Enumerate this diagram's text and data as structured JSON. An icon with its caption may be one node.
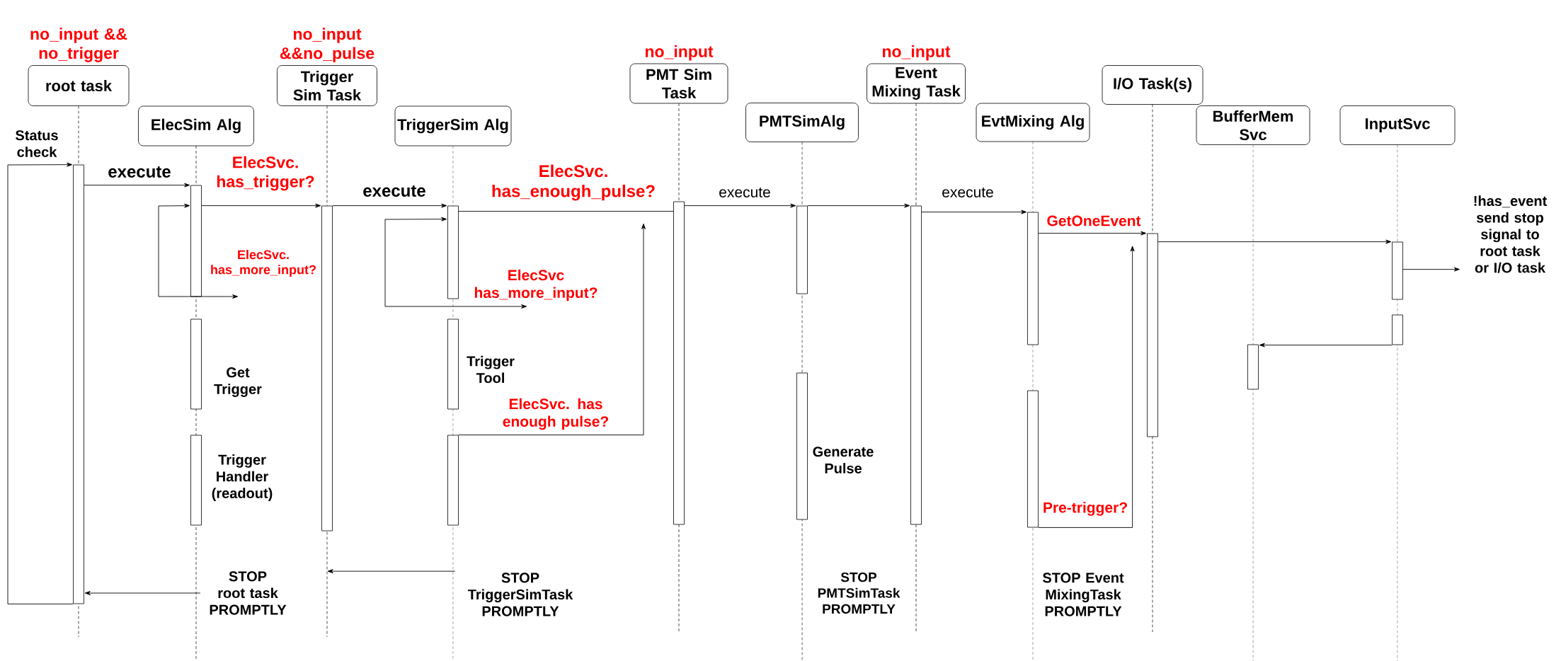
{
  "diagram": {
    "nodes": [
      {
        "text": [
          "root task"
        ],
        "beside": [
          "no_input && no_trigger"
        ]
      },
      {
        "text": [
          "ElecSim Alg"
        ]
      },
      {
        "text": [
          "Trigger Sim Task"
        ],
        "beside": [
          "no_input &&no_pulse"
        ]
      },
      {
        "text": [
          "TriggerSim Alg"
        ]
      },
      {
        "text": [
          "PMT Sim Task"
        ],
        "beside": [
          "no_input"
        ]
      },
      {
        "text": [
          "PMTSimAlg"
        ]
      },
      {
        "text": [
          "Event Mixing Task"
        ],
        "beside": [
          "no_input"
        ]
      },
      {
        "text": [
          "EvtMixing Alg"
        ]
      },
      {
        "text": [
          "I/O Task(s)"
        ]
      },
      {
        "text": [
          "BufferMem Svc"
        ]
      },
      {
        "text": [
          "InputSvc"
        ]
      },
      {
        "text": [],
        "shape": "bar"
      },
      {
        "text": [],
        "shape": "bar"
      },
      {
        "text": [],
        "shape": "bar",
        "beside": [
          "Get Trigger"
        ]
      },
      {
        "text": [],
        "shape": "bar",
        "beside": [
          "Trigger Handler (readout)"
        ]
      },
      {
        "text": [],
        "shape": "bar"
      },
      {
        "text": [],
        "shape": "bar"
      },
      {
        "text": [],
        "shape": "bar",
        "beside": [
          "Trigger Tool"
        ]
      },
      {
        "text": [],
        "shape": "bar"
      },
      {
        "text": [],
        "shape": "bar"
      },
      {
        "text": [],
        "shape": "bar"
      },
      {
        "text": [],
        "shape": "bar",
        "beside": [
          "Generate Pulse"
        ]
      },
      {
        "text": [],
        "shape": "bar"
      },
      {
        "text": [],
        "shape": "bar"
      },
      {
        "text": [],
        "shape": "bar"
      },
      {
        "text": [],
        "shape": "bar"
      },
      {
        "text": [],
        "shape": "bar"
      },
      {
        "text": [],
        "shape": "bar"
      },
      {
        "text": [],
        "shape": "bar"
      },
      {
        "text": [
          "!has_event send stop signal to root task or I/O task"
        ]
      },
      {
        "text": [
          "STOP root task PROMPTLY"
        ]
      },
      {
        "text": [
          "STOP TriggerSimTask PROMPTLY"
        ]
      }
    ],
    "edges": [
      {
        "from": 11,
        "to": 11,
        "arrow": "to",
        "label": "Status check"
      },
      {
        "from": 11,
        "to": 12,
        "arrow": "to",
        "label": "execute"
      },
      {
        "from": null,
        "to": 12,
        "arrow": "both",
        "label": "ElecSvc. has_more_input?"
      },
      {
        "from": 12,
        "to": 15,
        "arrow": "to",
        "label": "ElecSvc. has_trigger?"
      },
      {
        "from": 15,
        "to": 16,
        "arrow": "to",
        "label": "execute"
      },
      {
        "from": null,
        "to": 16,
        "arrow": "both",
        "label": "ElecSvc has_more_input?"
      },
      {
        "from": 16,
        "to": 19,
        "arrow": "none",
        "label": "ElecSvc. has_enough_pulse?"
      },
      {
        "from": 18,
        "to": null,
        "arrow": "to",
        "label": "ElecSvc. has enough pulse?"
      },
      {
        "from": 19,
        "to": 20,
        "arrow": "to",
        "label": "execute"
      },
      {
        "from": 20,
        "to": 22,
        "arrow": "to"
      },
      {
        "from": 22,
        "to": 23,
        "arrow": "to",
        "label": "execute"
      },
      {
        "from": 23,
        "to": 25,
        "arrow": "to",
        "label": "GetOneEvent"
      },
      {
        "from": 24,
        "to": 25,
        "arrow": "to",
        "label": "Pre-trigger?"
      },
      {
        "from": 25,
        "to": 27,
        "arrow": "to"
      },
      {
        "from": 27,
        "to": 29,
        "arrow": "to"
      },
      {
        "from": 28,
        "to": 26,
        "arrow": "to"
      },
      {
        "from": 31,
        "to": null,
        "arrow": "to"
      },
      {
        "from": 30,
        "to": 11,
        "arrow": "to"
      }
    ],
    "labels": [
      "STOP PMTSimTask PROMPTLY",
      "STOP Event MixingTask PROMPTLY"
    ]
  }
}
